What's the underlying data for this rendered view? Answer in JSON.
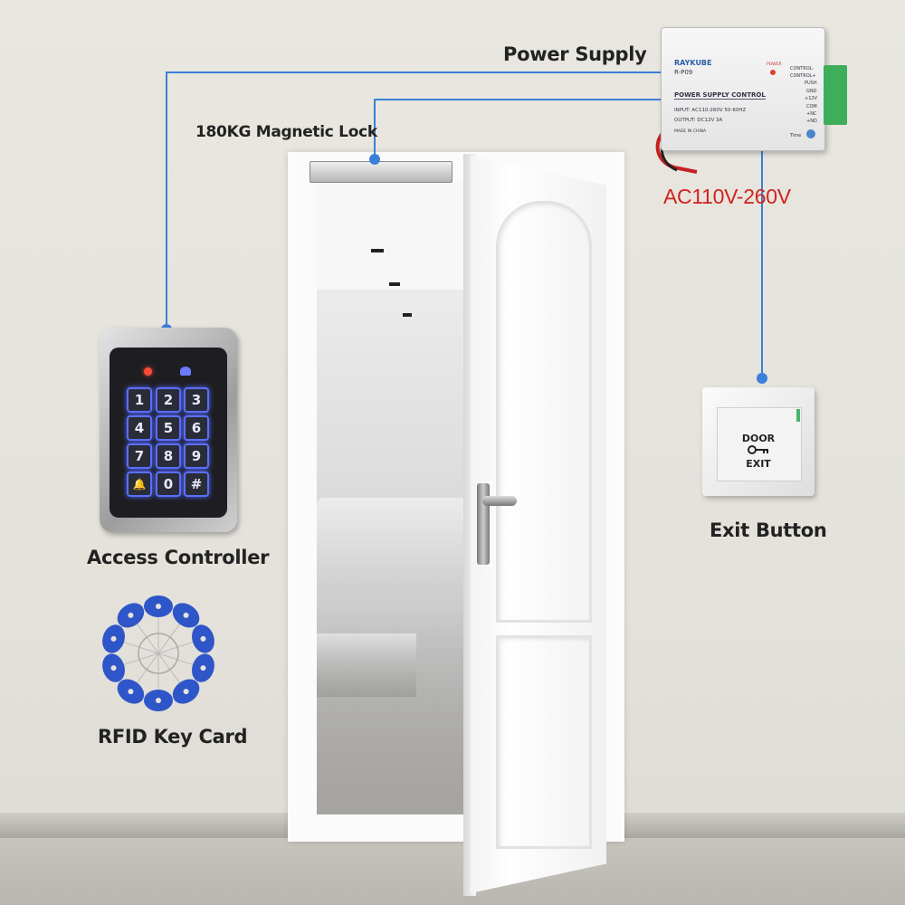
{
  "labels": {
    "power_supply": "Power Supply",
    "magnetic_lock": "180KG Magnetic Lock",
    "ac_range": "AC110V-260V",
    "access_controller": "Access Controller",
    "exit_button": "Exit Button",
    "rfid_key_card": "RFID Key Card"
  },
  "power_box": {
    "brand": "RAYKUBE",
    "model": "R-P09",
    "title": "POWER SUPPLY CONTROL",
    "input": "INPUT: AC110-260V 50-60HZ",
    "output": "OUTPUT: DC12V 3A",
    "made_in": "MADE IN CHINA",
    "power_led": "POWER",
    "time": "Time",
    "terminals": [
      "CONTROL-",
      "CONTROL+",
      "PUSH",
      "GND",
      "+12V",
      "COM",
      "+NC",
      "+NO"
    ]
  },
  "keypad": {
    "keys": [
      "1",
      "2",
      "3",
      "4",
      "5",
      "6",
      "7",
      "8",
      "9",
      "🔔",
      "0",
      "#"
    ]
  },
  "exit_plate": {
    "line1": "DOOR",
    "line2": "EXIT"
  },
  "colors": {
    "wire": "#3b7fd9",
    "ac_label": "#d0231f",
    "keypad_glow": "#5a70ff",
    "rfid_tag": "#2f56c8"
  }
}
